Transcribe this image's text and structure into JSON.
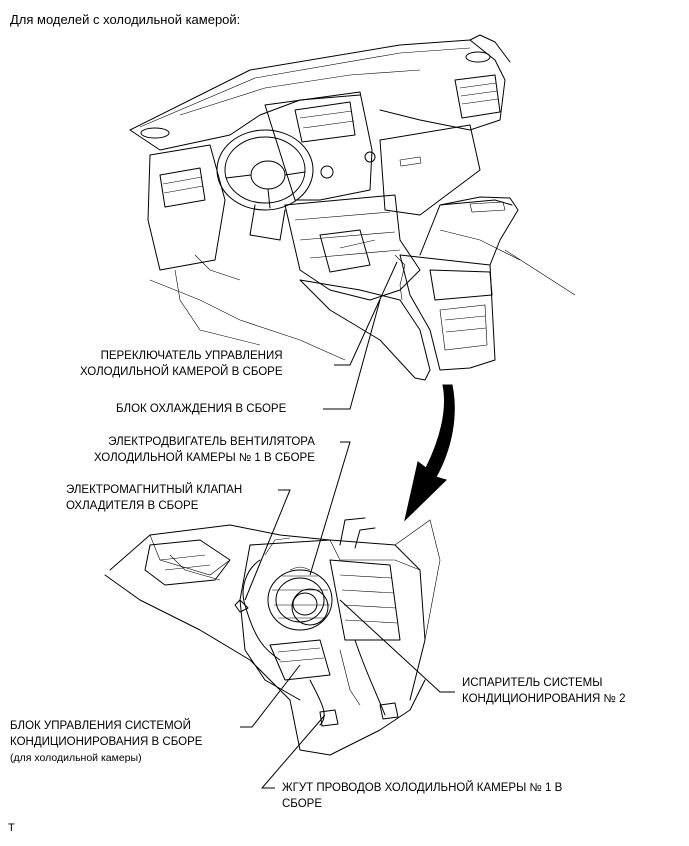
{
  "title": "Для моделей с холодильной камерой:",
  "labels": {
    "switch_line1": "ПЕРЕКЛЮЧАТЕЛЬ УПРАВЛЕНИЯ",
    "switch_line2": "ХОЛОДИЛЬНОЙ КАМЕРОЙ В СБОРЕ",
    "cooling_unit": "БЛОК ОХЛАЖДЕНИЯ В СБОРЕ",
    "motor_line1": "ЭЛЕКТРОДВИГАТЕЛЬ ВЕНТИЛЯТОРА",
    "motor_line2": "ХОЛОДИЛЬНОЙ КАМЕРЫ № 1 В СБОРЕ",
    "valve_line1": "ЭЛЕКТРОМАГНИТНЫЙ КЛАПАН",
    "valve_line2": "ОХЛАДИТЕЛЯ В СБОРЕ",
    "evap_line1": "ИСПАРИТЕЛЬ СИСТЕМЫ",
    "evap_line2": "КОНДИЦИОНИРОВАНИЯ № 2",
    "ecu_line1": "БЛОК УПРАВЛЕНИЯ СИСТЕМОЙ",
    "ecu_line2": "КОНДИЦИОНИРОВАНИЯ В СБОРЕ",
    "ecu_note": "(для холодильной камеры)",
    "harness_line1": "ЖГУТ ПРОВОДОВ ХОЛОДИЛЬНОЙ КАМЕРЫ № 1 В",
    "harness_line2": "СБОРЕ"
  },
  "footer": "T"
}
